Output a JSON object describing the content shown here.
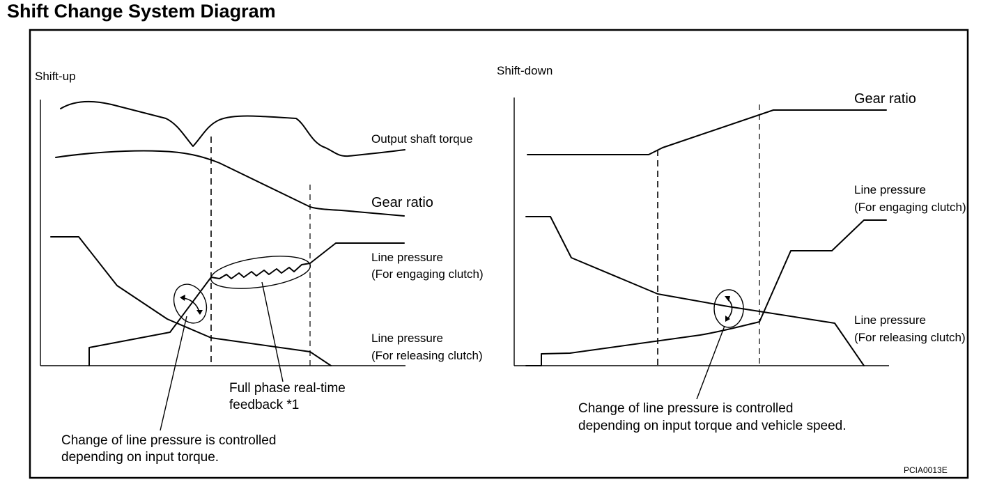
{
  "title": "Shift Change System Diagram",
  "shift_up": {
    "heading": "Shift-up",
    "labels": {
      "output_shaft_torque": "Output shaft torque",
      "gear_ratio": "Gear ratio",
      "line_pressure_engaging_1": "Line pressure",
      "line_pressure_engaging_2": "(For engaging clutch)",
      "line_pressure_releasing_1": "Line pressure",
      "line_pressure_releasing_2": "(For releasing clutch)"
    },
    "callout_feedback_1": "Full phase real-time",
    "callout_feedback_2": "feedback *1",
    "callout_torque_1": "Change of line pressure is controlled",
    "callout_torque_2": "depending on input torque."
  },
  "shift_down": {
    "heading": "Shift-down",
    "labels": {
      "gear_ratio": "Gear ratio",
      "line_pressure_engaging_1": "Line pressure",
      "line_pressure_engaging_2": "(For engaging clutch)",
      "line_pressure_releasing_1": "Line pressure",
      "line_pressure_releasing_2": "(For releasing clutch)"
    },
    "callout_1": "Change of line pressure is controlled",
    "callout_2": "depending on input torque and vehicle speed."
  },
  "figure_code": "PCIA0013E"
}
